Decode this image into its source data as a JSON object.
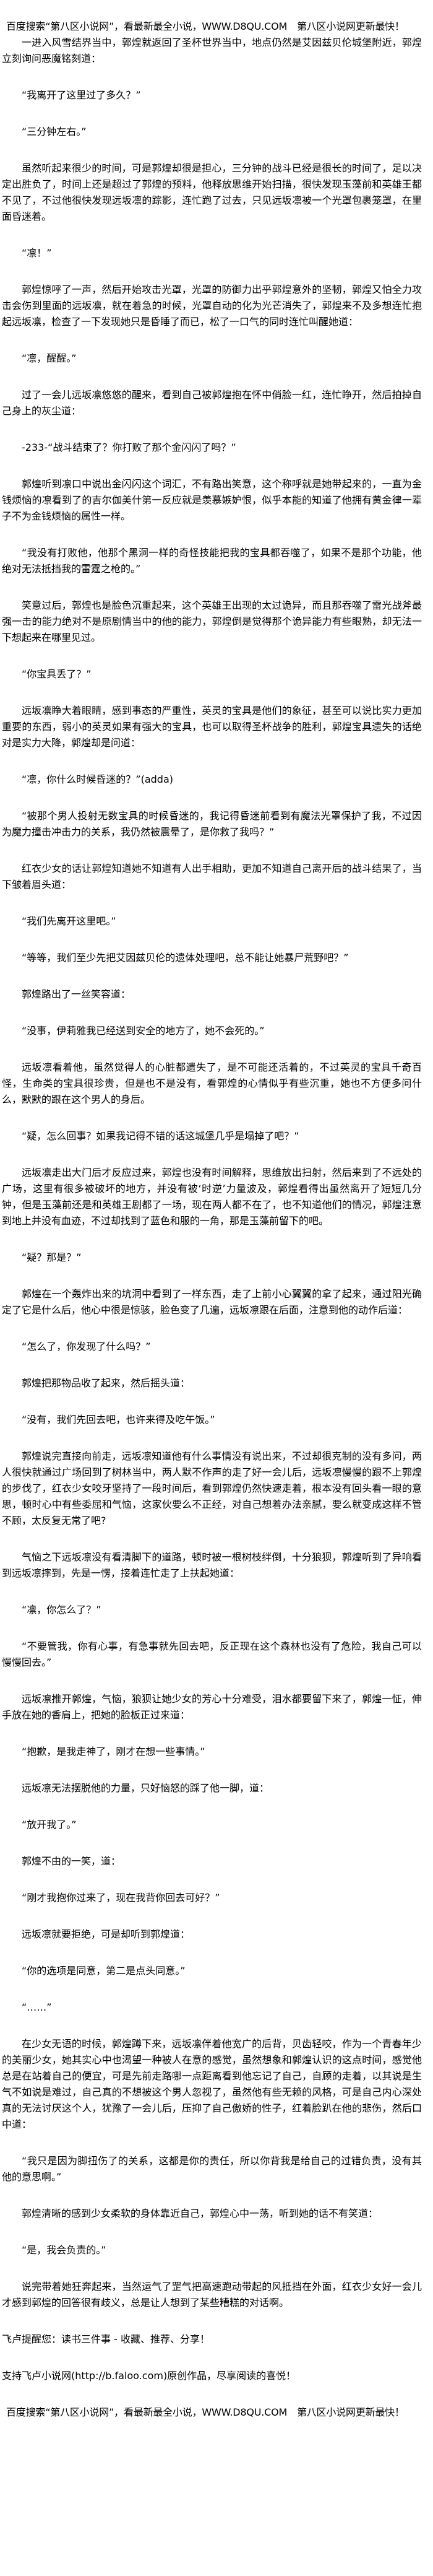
{
  "banner": "百度搜索“第八区小说网”，看最新最全小说，WWW.D8QU.COM　第八区小说网更新最快！",
  "paragraphs": [
    "一进入风雪结界当中，郭煌就返回了圣杯世界当中，地点仍然是艾因兹贝伦城堡附近，郭煌立刻询问恶魔铭刻道：",
    "“我离开了这里过了多久？”",
    "“三分钟左右。”",
    "虽然听起来很少的时间，可是郭煌却很是担心，三分钟的战斗已经是很长的时间了，足以决定出胜负了，时间上还是超过了郭煌的预料，他释放思维开始扫描，很快发现玉藻前和英雄王都不见了，不过他很快发现远坂凛的踪影，连忙跑了过去，只见远坂凛被一个光罩包裹笼罩，在里面昏迷着。",
    "“凛！”",
    "郭煌惊呼了一声，然后开始攻击光罩，光罩的防御力出乎郭煌意外的坚韧，郭煌又怕全力攻击会伤到里面的远坂凛，就在着急的时候，光罩自动的化为光芒消失了，郭煌来不及多想连忙抱起远坂凛，检查了一下发现她只是昏睡了而已，松了一口气的同时连忙叫醒她道：",
    "“凛，醒醒。”",
    "过了一会儿远坂凛悠悠的醒来，看到自己被郭煌抱在怀中俏脸一红，连忙睁开，然后拍掉自己身上的灰尘道：",
    "-233-“战斗结束了？你打败了那个金闪闪了吗？”",
    "郭煌听到凛口中说出金闪闪这个词汇，不有路出笑意，这个称呼就是她带起来的，一直为金钱烦恼的凛看到了的吉尔伽美什第一反应就是羡慕嫉妒恨，似乎本能的知道了他拥有黄金律一辈子不为金钱烦恼的属性一样。",
    "“我没有打败他，他那个黑洞一样的奇怪技能把我的宝具都吞噬了，如果不是那个功能，他绝对无法抵挡我的雷霆之枪的。”",
    "笑意过后，郭煌也是脸色沉重起来，这个英雄王出现的太过诡异，而且那吞噬了雷光战斧最强一击的能力绝对不是原剧情当中的他的能力，郭煌倒是觉得那个诡异能力有些眼熟，却无法一下想起来在哪里见过。",
    "“你宝具丢了？”",
    "远坂凛睁大着眼睛，感到事态的严重性，英灵的宝具是他们的象征，甚至可以说比实力更加重要的东西，弱小的英灵如果有强大的宝具，也可以取得圣杯战争的胜利，郭煌宝具遗失的话绝对是实力大降，郭煌却是问道：",
    "“凛，你什么时候昏迷的？”(adda)",
    "“被那个男人投射无数宝具的时候昏迷的，我记得昏迷前看到有魔法光罩保护了我，不过因为魔力撞击冲击力的关系，我仍然被震晕了，是你救了我吗？”",
    "红衣少女的话让郭煌知道她不知道有人出手相助，更加不知道自己离开后的战斗结果了，当下皱着眉头道：",
    "“我们先离开这里吧。”",
    "“等等，我们至少先把艾因兹贝伦的遗体处理吧，总不能让她暴尸荒野吧？”",
    "郭煌路出了一丝笑容道：",
    "“没事，伊莉雅我已经送到安全的地方了，她不会死的。”",
    "远坂凛看着他，虽然觉得人的心脏都遗失了，是不可能还活着的，不过英灵的宝具千奇百怪，生命类的宝具很珍贵，但是也不是没有，看郭煌的心情似乎有些沉重，她也不方便多问什么，默默的跟在这个男人的身后。",
    "“疑，怎么回事？如果我记得不错的话这城堡几乎是塌掉了吧？”",
    "远坂凛走出大门后才反应过来，郭煌也没有时间解释，思维放出扫射，然后来到了不远处的广场，这里有很多被破坏的地方，并没有被‘时逆’力量波及，郭煌看得出虽然离开了短短几分钟，但是玉藻前还是和英雄王剧都了一场，现在两人都不在了，也不知道他们的情况，郭煌注意到地上并没有血迹，不过却找到了蓝色和服的一角，那是玉藻前留下的吧。",
    "“疑？那是？”",
    "郭煌在一个轰炸出来的坑洞中看到了一样东西，走了上前小心翼翼的拿了起来，通过阳光确定了它是什么后，他心中很是惊骇，脸色变了几遍，远坂凛跟在后面，注意到他的动作后道：",
    "“怎么了，你发现了什么吗？”",
    "郭煌把那物品收了起来，然后摇头道：",
    "“没有，我们先回去吧，也许来得及吃午饭。”",
    "郭煌说完直接向前走，远坂凛知道他有什么事情没有说出来，不过却很克制的没有多问，两人很快就通过广场回到了树林当中，两人默不作声的走了好一会儿后，远坂凛慢慢的跟不上郭煌的步伐了，红衣少女咬牙坚持了一段时间后，看到郭煌仍然快速走着，根本没有回头看一眼的意思，顿时心中有些委屈和气恼，这家伙要么不正经，对自己想着办法亲腻，要么就变成这样不管不顾，太反复无常了吧?",
    "气恼之下远坂凛没有看清脚下的道路，顿时被一根树枝绊倒，十分狼狈，郭煌听到了异响看到远坂凛摔到，先是一愣，接着连忙走了上扶起她道：",
    "“凛，你怎么了？”",
    "“不要管我，你有心事，有急事就先回去吧，反正现在这个森林也没有了危险，我自己可以慢慢回去。”",
    "远坂凛推开郭煌，气恼，狼狈让她少女的芳心十分难受，泪水都要留下来了，郭煌一怔，伸手放在她的香肩上，把她的脸板正过来道：",
    "“抱歉，是我走神了，刚才在想一些事情。”",
    "远坂凛无法摆脱他的力量，只好恼怒的踩了他一脚，道：",
    "“放开我了。”",
    "郭煌不由的一笑，道：",
    "“刚才我抱你过来了，现在我背你回去可好？”",
    "远坂凛就要拒绝，可是却听到郭煌道：",
    "“你的选项是同意，第二是点头同意。”",
    "“……”",
    "在少女无语的时候，郭煌蹲下来，远坂凛伴着他宽广的后背，贝齿轻咬，作为一个青春年少的美丽少女，她其实心中也渴望一种被人在意的感觉，虽然想象和郭煌认识的这点时间，感觉他总是在站着自己的便宜，可是先前走路哪一点距离看到他忘记了自己，自顾的走着，以其说是生气不如说是难过，自己真的不想被这个男人忽视了，虽然他有些无赖的风格，可是自己内心深处真的无法讨厌这个人，犹豫了一会儿后，压抑了自己傲娇的性子，红着脸趴在他的悲伤，然后口中道：",
    "“我只是因为脚扭伤了的关系，这都是你的责任，所以你背我是给自己的过错负责，没有其他的意思啊。”",
    "郭煌清晰的感到少女柔软的身体靠近自己，郭煌心中一荡，听到她的话不有笑道：",
    "“是，我会负责的。”",
    "说完带着她狂奔起来，当然运气了罡气把高速跑动带起的风抵挡在外面，红衣少女好一会儿才感到郭煌的回答很有歧义，总是让人想到了某些糟糕的对话啊。"
  ],
  "footer": {
    "reminder": "飞卢提醒您：读书三件事 - 收藏、推荐、分享！",
    "support": "支持飞卢小说网(http://b.faloo.com)原创作品，尽享阅读的喜悦！"
  }
}
